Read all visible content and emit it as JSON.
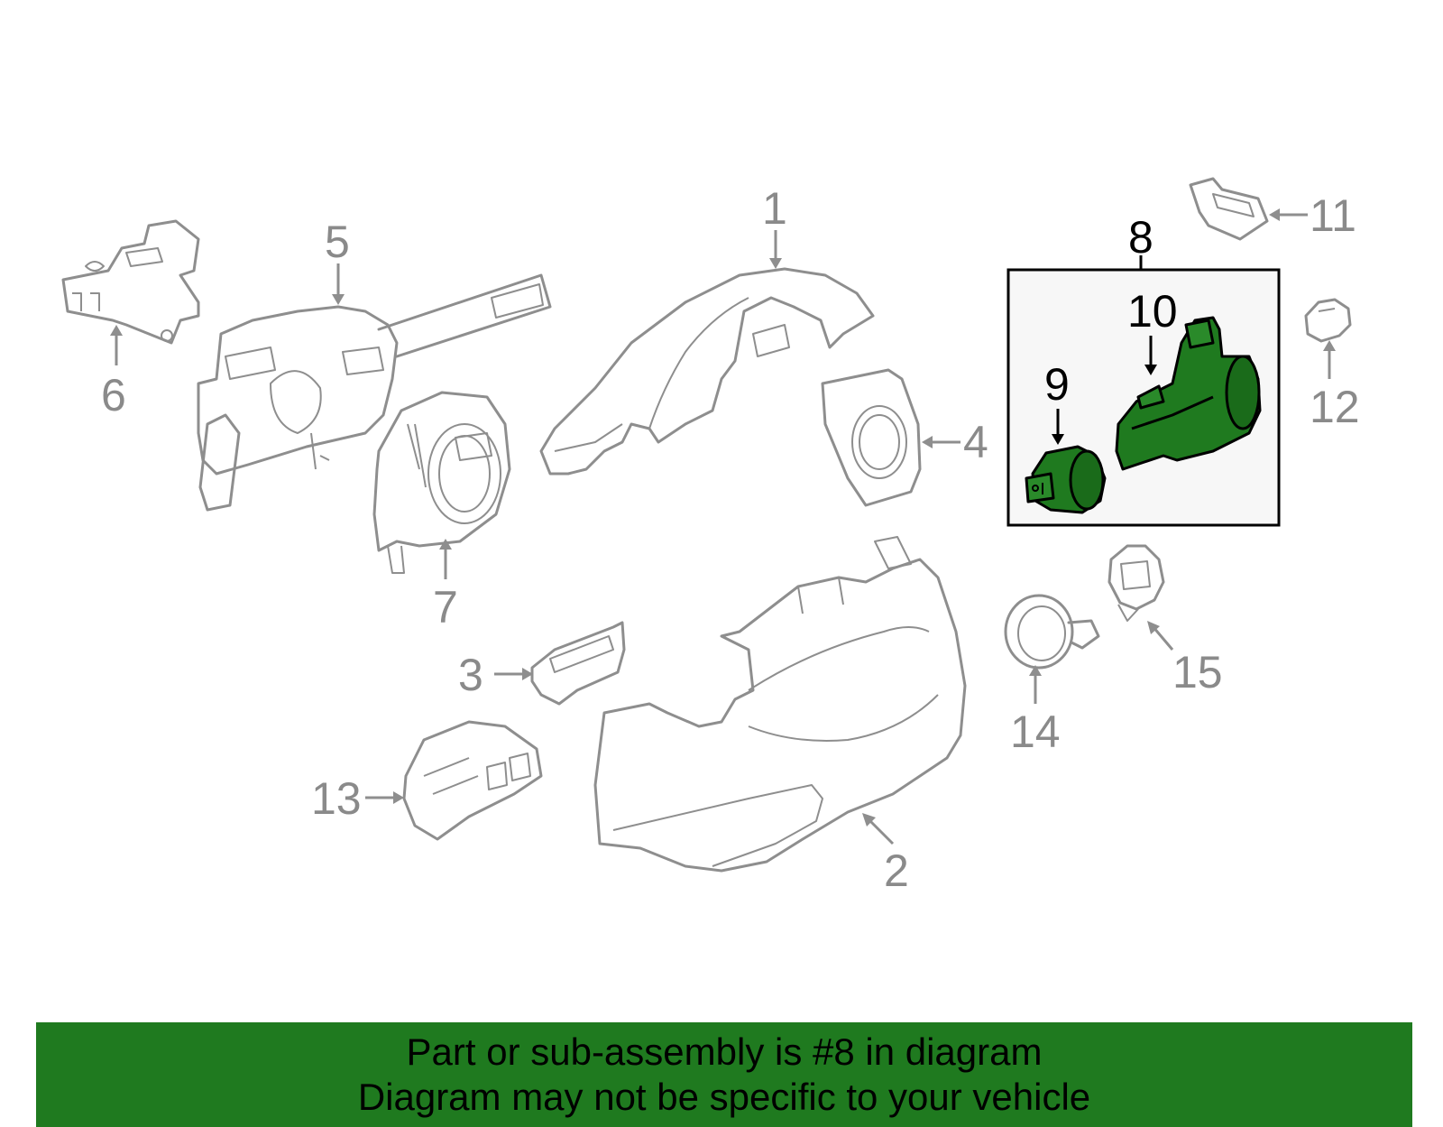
{
  "diagram": {
    "highlight_color": "#1f7a1f",
    "callouts": [
      {
        "id": "1",
        "text": "1"
      },
      {
        "id": "2",
        "text": "2"
      },
      {
        "id": "3",
        "text": "3"
      },
      {
        "id": "4",
        "text": "4"
      },
      {
        "id": "5",
        "text": "5"
      },
      {
        "id": "6",
        "text": "6"
      },
      {
        "id": "7",
        "text": "7"
      },
      {
        "id": "8",
        "text": "8"
      },
      {
        "id": "9",
        "text": "9"
      },
      {
        "id": "10",
        "text": "10"
      },
      {
        "id": "11",
        "text": "11"
      },
      {
        "id": "12",
        "text": "12"
      },
      {
        "id": "13",
        "text": "13"
      },
      {
        "id": "14",
        "text": "14"
      },
      {
        "id": "15",
        "text": "15"
      }
    ]
  },
  "banner": {
    "background": "#1f7a1f",
    "line1": "Part or sub-assembly is #8 in diagram",
    "line2": "Diagram may not be specific to your vehicle"
  }
}
